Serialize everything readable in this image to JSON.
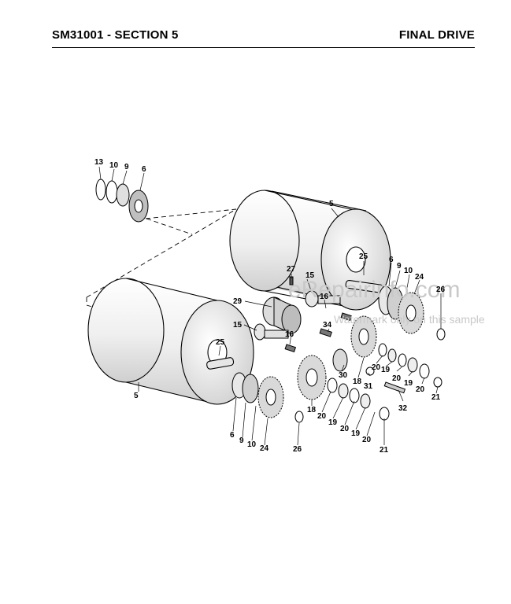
{
  "header": {
    "left": "SM31001 - SECTION 5",
    "right": "FINAL DRIVE"
  },
  "watermark": {
    "main": "eRepairinfo.com",
    "sub": "Watermark only on this sample"
  },
  "callouts": [
    "13",
    "10",
    "9",
    "6",
    "5",
    "25",
    "6",
    "9",
    "10",
    "24",
    "26",
    "27",
    "15",
    "16",
    "29",
    "15",
    "34",
    "16",
    "25",
    "5",
    "30",
    "18",
    "20",
    "19",
    "20",
    "19",
    "20",
    "21",
    "31",
    "32",
    "18",
    "20",
    "19",
    "20",
    "19",
    "20",
    "21",
    "6",
    "9",
    "10",
    "24",
    "26"
  ],
  "colors": {
    "ink": "#000000",
    "shade": "#d9d9d9",
    "watermark": "#c9c9c9"
  }
}
